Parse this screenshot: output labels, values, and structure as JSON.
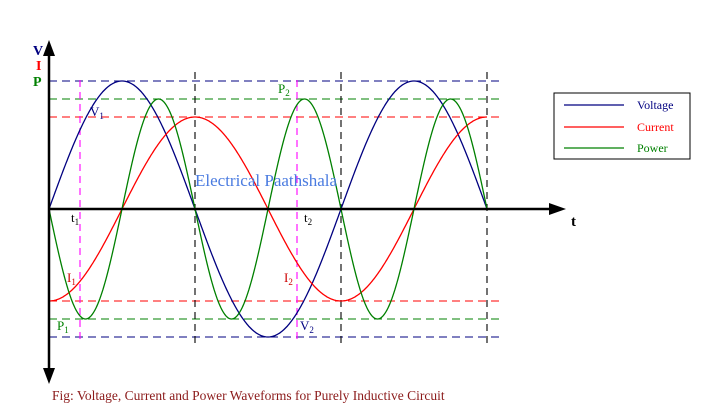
{
  "axis_labels": {
    "v": "V",
    "i": "I",
    "p": "P",
    "t": "t"
  },
  "annotations": {
    "v1": "V",
    "v1_sub": "1",
    "v2": "V",
    "v2_sub": "2",
    "i1": "I",
    "i1_sub": "1",
    "i2": "I",
    "i2_sub": "2",
    "p1": "P",
    "p1_sub": "1",
    "p2": "P",
    "p2_sub": "2",
    "t1": "t",
    "t1_sub": "1",
    "t2": "t",
    "t2_sub": "2"
  },
  "watermark": "Electrical Paathshala",
  "legend": [
    {
      "label": "Voltage",
      "color": "#000080"
    },
    {
      "label": "Current",
      "color": "#ff0000"
    },
    {
      "label": "Power",
      "color": "#008000"
    }
  ],
  "caption": "Fig: Voltage, Current and Power Waveforms for Purely Inductive Circuit",
  "colors": {
    "voltage": "#000080",
    "current": "#ff0000",
    "power": "#008000",
    "marker": "#ff00ff",
    "axis": "#000000",
    "watermark": "#4a7be0",
    "caption": "#8b1a1a"
  }
}
